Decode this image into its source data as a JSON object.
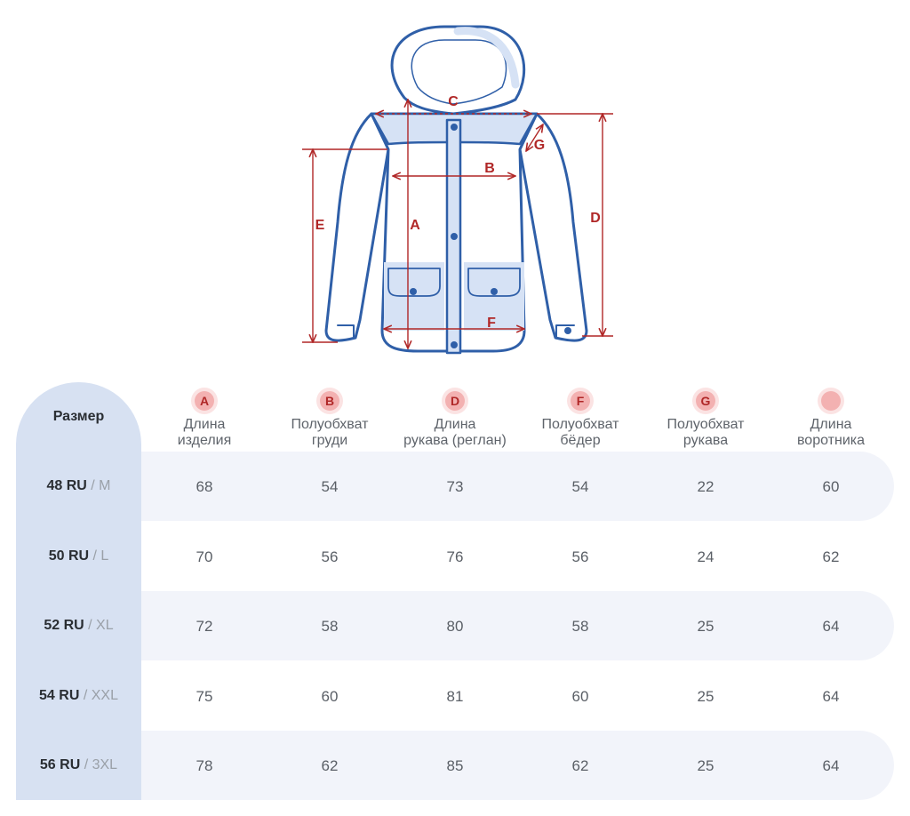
{
  "diagram": {
    "labels": [
      "A",
      "B",
      "C",
      "D",
      "E",
      "F",
      "G"
    ],
    "colors": {
      "outline": "#2f5fa8",
      "fill": "#d6e2f5",
      "measure": "#b02727"
    }
  },
  "table": {
    "size_header": "Размер",
    "columns": [
      {
        "letter": "A",
        "label": [
          "Длина",
          "изделия"
        ]
      },
      {
        "letter": "B",
        "label": [
          "Полуобхват",
          "груди"
        ]
      },
      {
        "letter": "D",
        "label": [
          "Длина",
          "рукава (реглан)"
        ]
      },
      {
        "letter": "F",
        "label": [
          "Полуобхват",
          "бёдер"
        ]
      },
      {
        "letter": "G",
        "label": [
          "Полуобхват",
          "рукава"
        ]
      },
      {
        "letter": "",
        "label": [
          "Длина",
          "воротника"
        ]
      }
    ],
    "rows": [
      {
        "ru": "48 RU",
        "intl": " / M",
        "values": [
          "68",
          "54",
          "73",
          "54",
          "22",
          "60"
        ]
      },
      {
        "ru": "50 RU",
        "intl": " / L",
        "values": [
          "70",
          "56",
          "76",
          "56",
          "24",
          "62"
        ]
      },
      {
        "ru": "52 RU",
        "intl": " / XL",
        "values": [
          "72",
          "58",
          "80",
          "58",
          "25",
          "64"
        ]
      },
      {
        "ru": "54 RU",
        "intl": " / XXL",
        "values": [
          "75",
          "60",
          "81",
          "60",
          "25",
          "64"
        ]
      },
      {
        "ru": "56 RU",
        "intl": " / 3XL",
        "values": [
          "78",
          "62",
          "85",
          "62",
          "25",
          "64"
        ]
      }
    ]
  }
}
